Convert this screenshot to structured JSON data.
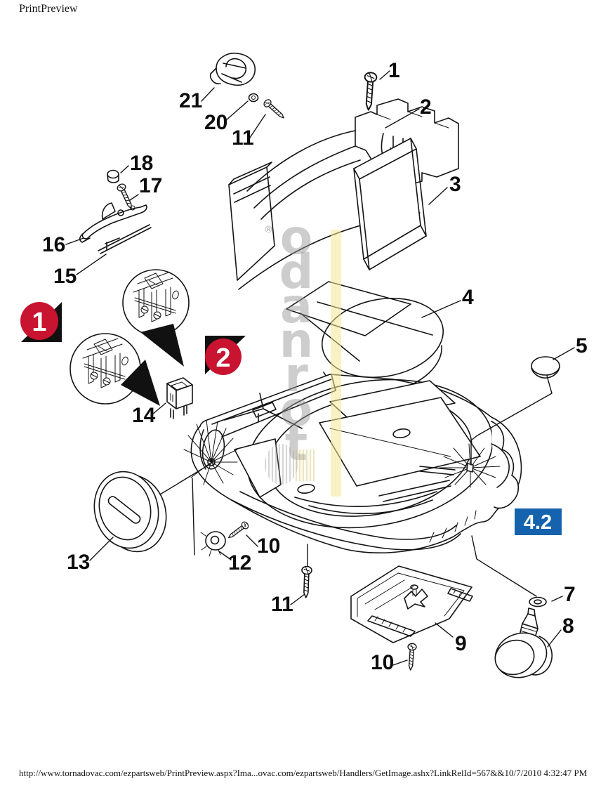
{
  "page": {
    "title": "PrintPreview",
    "footer": "http://www.tornadovac.com/ezpartsweb/PrintPreview.aspx?Ima...ovac.com/ezpartsweb/Handlers/GetImage.ashx?LinkRelId=567&&10/7/2010 4:32:47 PM"
  },
  "watermark": {
    "text": "tornado",
    "registered_mark": "®"
  },
  "callouts": {
    "badge_1": "1",
    "badge_2": "2",
    "badge_section": "4.2",
    "colors": {
      "step_red": "#c81430",
      "section_blue": "#1563ae"
    }
  },
  "diagram": {
    "part_labels": [
      {
        "part": "1",
        "text": "1"
      },
      {
        "part": "2",
        "text": "2"
      },
      {
        "part": "3",
        "text": "3"
      },
      {
        "part": "4",
        "text": "4"
      },
      {
        "part": "5",
        "text": "5"
      },
      {
        "part": "7",
        "text": "7"
      },
      {
        "part": "8",
        "text": "8"
      },
      {
        "part": "9",
        "text": "9"
      },
      {
        "part": "10-bottom",
        "text": "10"
      },
      {
        "part": "10-left",
        "text": "10"
      },
      {
        "part": "11-bottom",
        "text": "11"
      },
      {
        "part": "11-top",
        "text": "11"
      },
      {
        "part": "12",
        "text": "12"
      },
      {
        "part": "13",
        "text": "13"
      },
      {
        "part": "14",
        "text": "14"
      },
      {
        "part": "15",
        "text": "15"
      },
      {
        "part": "16",
        "text": "16"
      },
      {
        "part": "17",
        "text": "17"
      },
      {
        "part": "18",
        "text": "18"
      },
      {
        "part": "20",
        "text": "20"
      },
      {
        "part": "21",
        "text": "21"
      }
    ]
  }
}
